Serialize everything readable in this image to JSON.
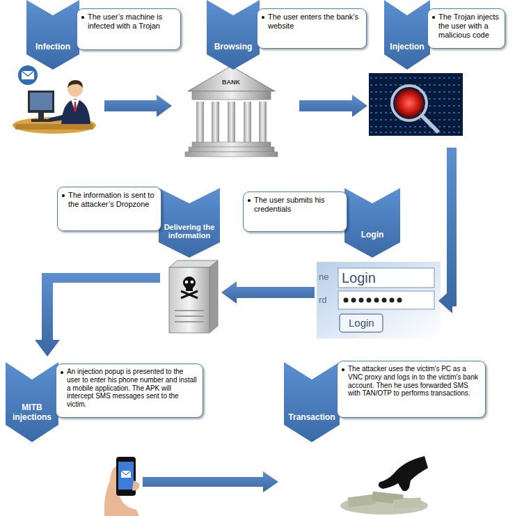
{
  "diagram": {
    "nodes": [
      {
        "text": [
          "Infection",
          "The user’s machine is infected with a Trojan"
        ]
      },
      {
        "text": [
          "Browsing",
          "The user enters the bank’s website"
        ]
      },
      {
        "text": [
          "Injection",
          "The Trojan injects the user with a malicious code"
        ]
      },
      {
        "text": [
          "Login",
          "The user submits his credentials"
        ]
      },
      {
        "text": [
          "Delivering the information",
          "The information is sent to the attacker’s Dropzone"
        ]
      },
      {
        "text": [
          "MITB injections",
          "An injection popup is presented to the user to enter his phone number and install a mobile application. The APK will intercept SMS messages sent to the victim."
        ]
      },
      {
        "text": [
          "Transaction",
          "The attacker uses the victim's PC as a VNC proxy and logs in to the victim's bank account. Then he uses forwarded SMS with TAN/OTP to performs transactions."
        ]
      }
    ],
    "labels": [
      "BANK",
      "ne",
      "Login",
      "rd",
      "Login"
    ]
  }
}
